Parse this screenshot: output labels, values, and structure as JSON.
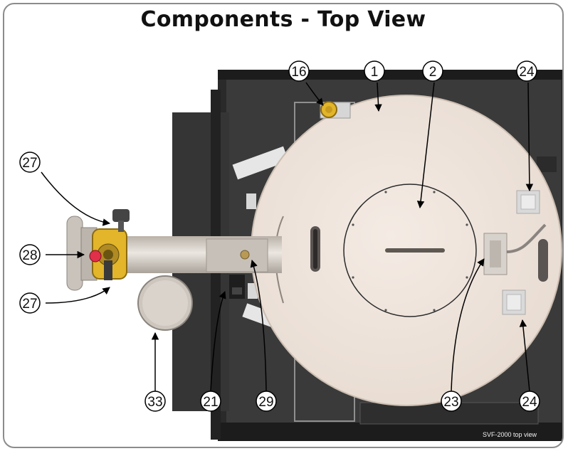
{
  "title": "Components - Top View",
  "caption": "SVF-2000 top view",
  "callouts": [
    {
      "id": "c16",
      "label": "16"
    },
    {
      "id": "c1",
      "label": "1"
    },
    {
      "id": "c2",
      "label": "2"
    },
    {
      "id": "c24a",
      "label": "24"
    },
    {
      "id": "c27a",
      "label": "27"
    },
    {
      "id": "c28",
      "label": "28"
    },
    {
      "id": "c27b",
      "label": "27"
    },
    {
      "id": "c33",
      "label": "33"
    },
    {
      "id": "c21",
      "label": "21"
    },
    {
      "id": "c29",
      "label": "29"
    },
    {
      "id": "c23",
      "label": "23"
    },
    {
      "id": "c24b",
      "label": "24"
    }
  ],
  "colors": {
    "frame": "#8c8c8c",
    "chassis": "#2b2b2b",
    "disk": "#efe4dc",
    "pipe": "#d6d0c8",
    "valve": "#e2b52a",
    "knob_red": "#e0304a"
  }
}
